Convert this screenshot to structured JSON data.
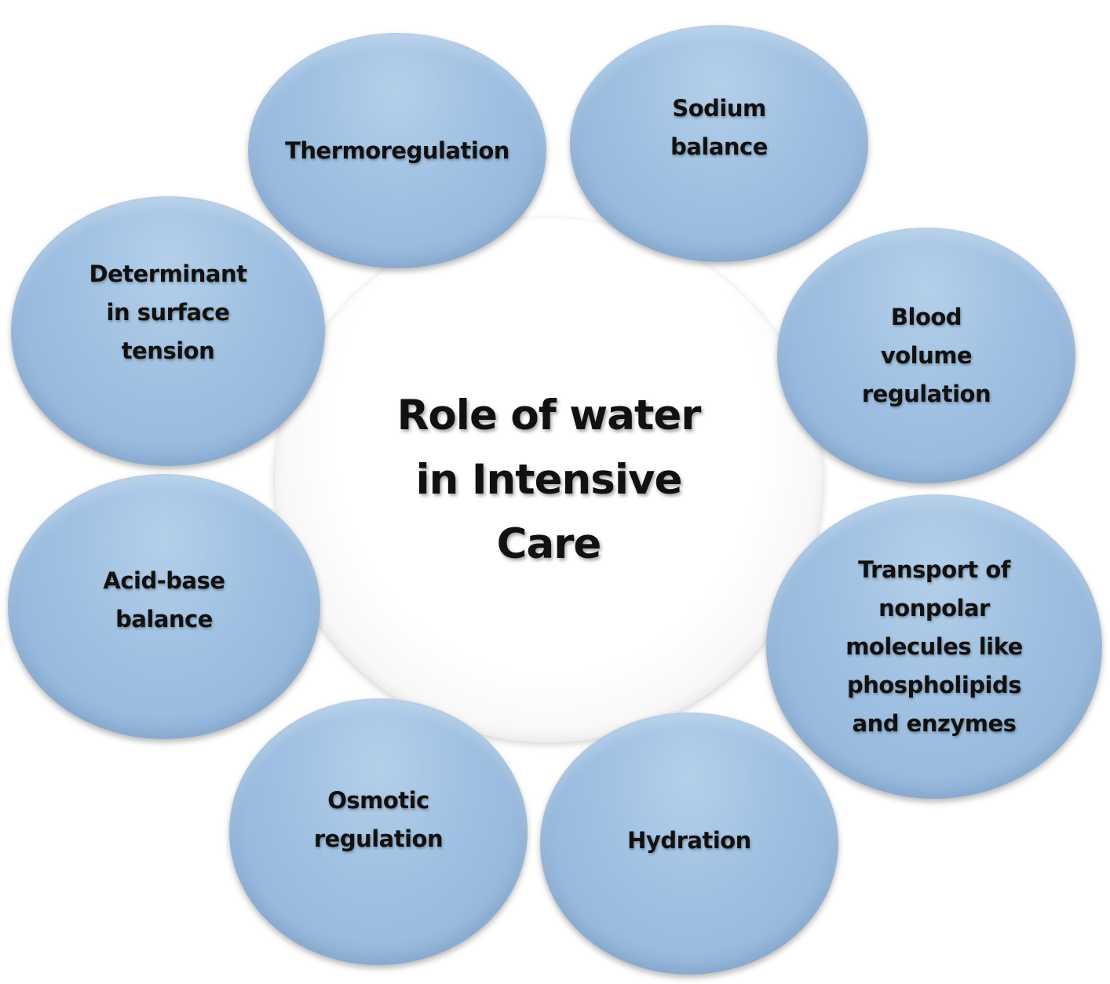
{
  "center": {
    "label": "Role of water\nin Intensive\nCare"
  },
  "nodes": [
    {
      "id": "thermoregulation",
      "label": "Thermoregulation"
    },
    {
      "id": "sodium-balance",
      "label": "Sodium\nbalance"
    },
    {
      "id": "blood-volume-regulation",
      "label": "Blood\nvolume\nregulation"
    },
    {
      "id": "transport",
      "label": "Transport of\nnonpolar\nmolecules like\nphospholipids\nand enzymes"
    },
    {
      "id": "hydration",
      "label": "Hydration"
    },
    {
      "id": "osmotic-regulation",
      "label": "Osmotic\nregulation"
    },
    {
      "id": "acid-base-balance",
      "label": "Acid-base\nbalance"
    },
    {
      "id": "surface-tension",
      "label": "Determinant\nin surface\ntension"
    }
  ],
  "colors": {
    "node_fill": "#9fc0e2",
    "center_fill": "#ffffff",
    "text": "#111111"
  }
}
